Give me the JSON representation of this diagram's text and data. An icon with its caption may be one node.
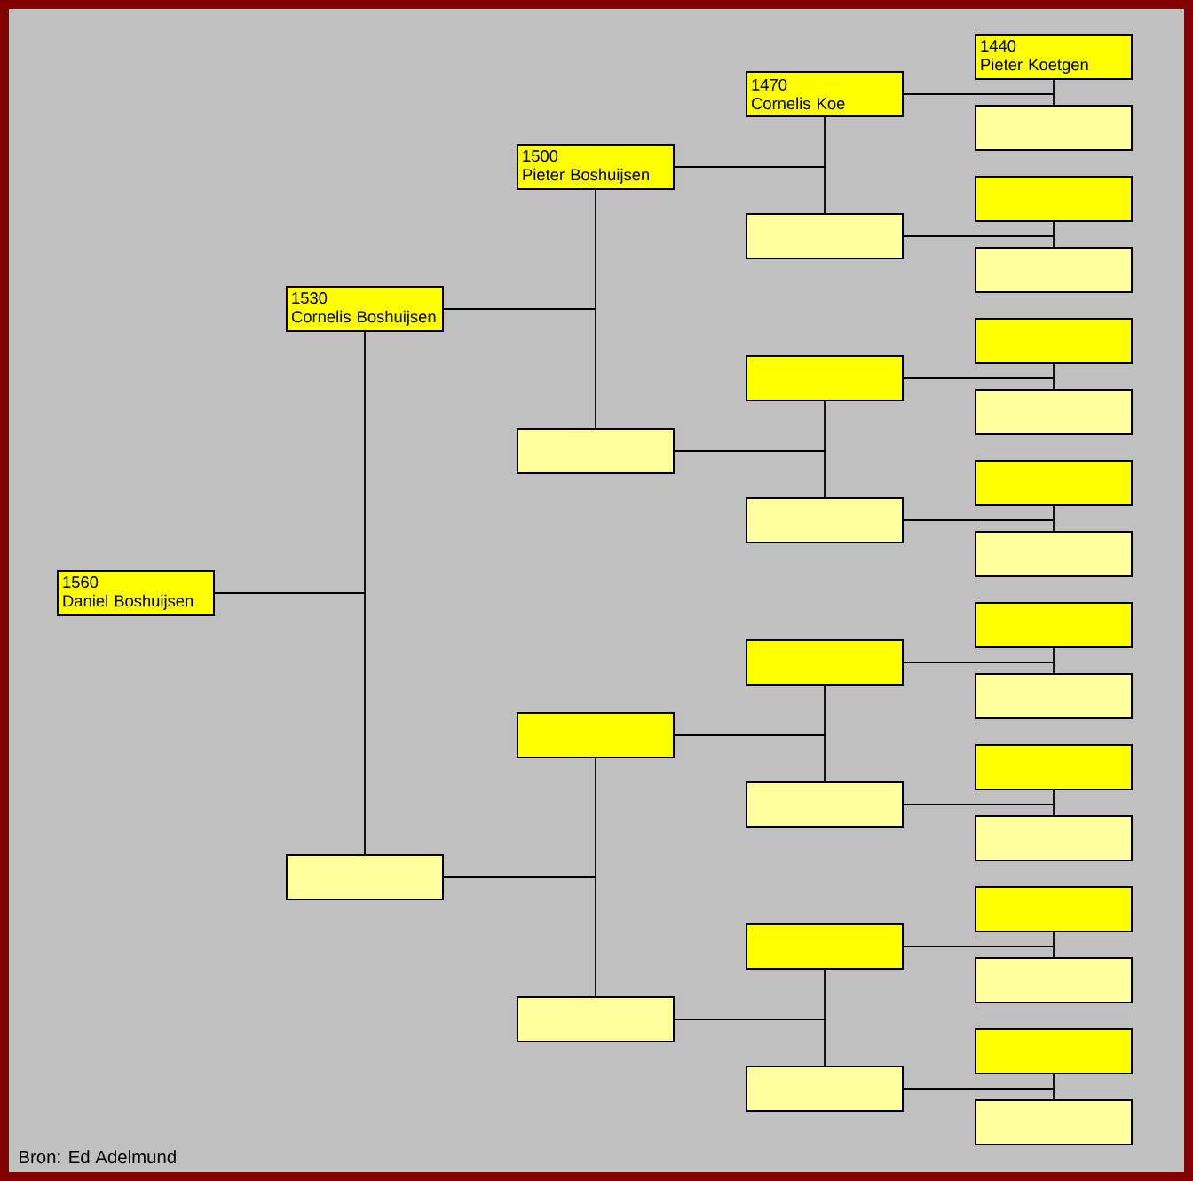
{
  "diagram": {
    "caption": "Bron: Ed Adelmund",
    "nodes": [
      {
        "text": [
          "1560",
          "Daniel Boshuijsen"
        ]
      },
      {
        "text": [
          "1530",
          "Cornelis Boshuijsen"
        ]
      },
      {
        "text": [],
        "shape": "box"
      },
      {
        "text": [
          "1500",
          "Pieter Boshuijsen"
        ]
      },
      {
        "text": [],
        "shape": "box"
      },
      {
        "text": [],
        "shape": "box"
      },
      {
        "text": [],
        "shape": "box"
      },
      {
        "text": [
          "1470",
          "Cornelis Koe"
        ]
      },
      {
        "text": [],
        "shape": "box"
      },
      {
        "text": [],
        "shape": "box"
      },
      {
        "text": [],
        "shape": "box"
      },
      {
        "text": [],
        "shape": "box"
      },
      {
        "text": [],
        "shape": "box"
      },
      {
        "text": [],
        "shape": "box"
      },
      {
        "text": [],
        "shape": "box"
      },
      {
        "text": [
          "1440",
          "Pieter Koetgen"
        ]
      },
      {
        "text": [],
        "shape": "box"
      },
      {
        "text": [],
        "shape": "box"
      },
      {
        "text": [],
        "shape": "box"
      },
      {
        "text": [],
        "shape": "box"
      },
      {
        "text": [],
        "shape": "box"
      },
      {
        "text": [],
        "shape": "box"
      },
      {
        "text": [],
        "shape": "box"
      },
      {
        "text": [],
        "shape": "box"
      },
      {
        "text": [],
        "shape": "box"
      },
      {
        "text": [],
        "shape": "box"
      },
      {
        "text": [],
        "shape": "box"
      },
      {
        "text": [],
        "shape": "box"
      },
      {
        "text": [],
        "shape": "box"
      },
      {
        "text": [],
        "shape": "box"
      },
      {
        "text": [],
        "shape": "box"
      }
    ],
    "edges": [
      {
        "from": 0,
        "to": 1,
        "arrow": "none"
      },
      {
        "from": 0,
        "to": 2,
        "arrow": "none"
      },
      {
        "from": 1,
        "to": 3,
        "arrow": "none"
      },
      {
        "from": 1,
        "to": 4,
        "arrow": "none"
      },
      {
        "from": 2,
        "to": 5,
        "arrow": "none"
      },
      {
        "from": 2,
        "to": 6,
        "arrow": "none"
      },
      {
        "from": 3,
        "to": 7,
        "arrow": "none"
      },
      {
        "from": 3,
        "to": 8,
        "arrow": "none"
      },
      {
        "from": 4,
        "to": 9,
        "arrow": "none"
      },
      {
        "from": 4,
        "to": 10,
        "arrow": "none"
      },
      {
        "from": 5,
        "to": 11,
        "arrow": "none"
      },
      {
        "from": 5,
        "to": 12,
        "arrow": "none"
      },
      {
        "from": 6,
        "to": 13,
        "arrow": "none"
      },
      {
        "from": 6,
        "to": 14,
        "arrow": "none"
      },
      {
        "from": 7,
        "to": 15,
        "arrow": "none"
      },
      {
        "from": 7,
        "to": 16,
        "arrow": "none"
      },
      {
        "from": 8,
        "to": 17,
        "arrow": "none"
      },
      {
        "from": 8,
        "to": 18,
        "arrow": "none"
      },
      {
        "from": 9,
        "to": 19,
        "arrow": "none"
      },
      {
        "from": 9,
        "to": 20,
        "arrow": "none"
      },
      {
        "from": 10,
        "to": 21,
        "arrow": "none"
      },
      {
        "from": 10,
        "to": 22,
        "arrow": "none"
      },
      {
        "from": 11,
        "to": 23,
        "arrow": "none"
      },
      {
        "from": 11,
        "to": 24,
        "arrow": "none"
      },
      {
        "from": 12,
        "to": 25,
        "arrow": "none"
      },
      {
        "from": 12,
        "to": 26,
        "arrow": "none"
      },
      {
        "from": 13,
        "to": 27,
        "arrow": "none"
      },
      {
        "from": 13,
        "to": 28,
        "arrow": "none"
      },
      {
        "from": 14,
        "to": 29,
        "arrow": "none"
      },
      {
        "from": 14,
        "to": 30,
        "arrow": "none"
      }
    ]
  }
}
